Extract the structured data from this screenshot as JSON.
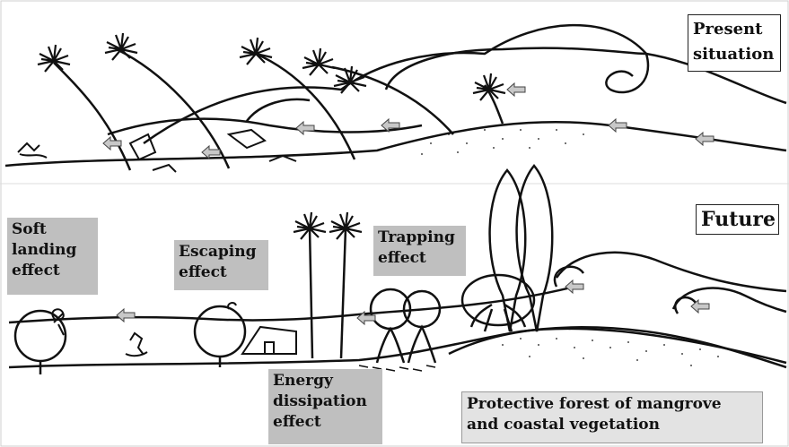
{
  "panels": {
    "present": {
      "title": "Present situation"
    },
    "future": {
      "title": "Future"
    }
  },
  "labels": {
    "soft_landing": "Soft landing effect",
    "escaping": "Escaping effect",
    "trapping": "Trapping effect",
    "energy_dissipation": "Energy dissipation effect",
    "protective_forest": "Protective forest of mangrove and coastal vegetation"
  },
  "colors": {
    "ink": "#111111",
    "label_fill": "#bfbfbf",
    "arrow_fill": "#c8c8c8"
  }
}
